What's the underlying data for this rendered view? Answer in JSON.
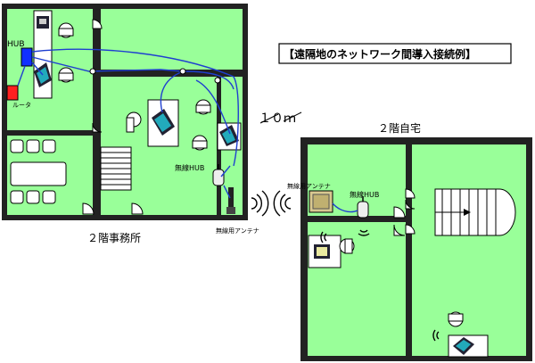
{
  "title": "【遠隔地のネットワーク間導入接続例】",
  "distance_label": "１０ｍ",
  "office": {
    "caption": "２階事務所",
    "hub_label": "HUB",
    "router_label": "ルータ",
    "wireless_hub_label": "無線HUB",
    "antenna_label": "無線用アンテナ"
  },
  "home": {
    "caption": "２階自宅",
    "antenna_label": "無線用アンテナ",
    "wireless_hub_label": "無線HUB"
  },
  "colors": {
    "floor": "#99ff99",
    "wall": "#222222",
    "cable": "#1f3fd0",
    "hub": "#1030ff",
    "router": "#ff2020"
  }
}
